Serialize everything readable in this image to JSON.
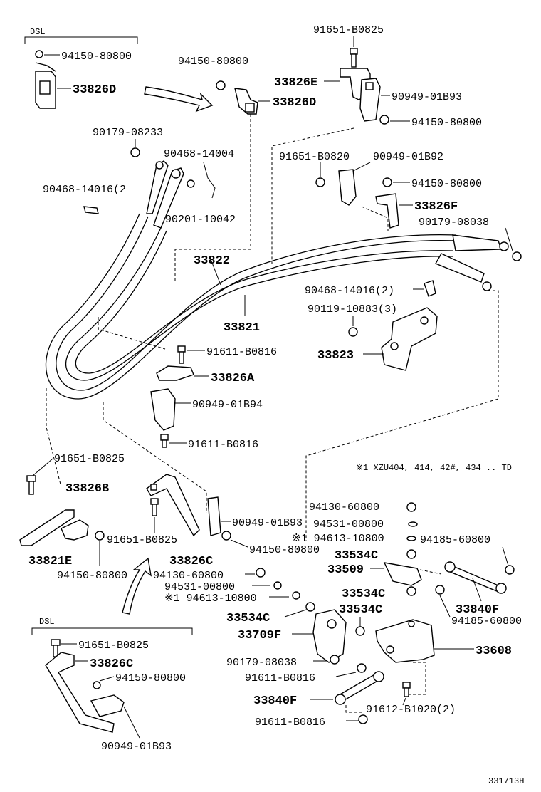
{
  "labels": {
    "dsl_top": "DSL",
    "dsl_bottom": "DSL",
    "p_94150_80800_a": "94150-80800",
    "p_33826D_a": "33826D",
    "p_94150_80800_b": "94150-80800",
    "p_33826D_b": "33826D",
    "p_91651_B0825_a": "91651-B0825",
    "p_33826E": "33826E",
    "p_90949_01B93_a": "90949-01B93",
    "p_94150_80800_c": "94150-80800",
    "p_90179_08233": "90179-08233",
    "p_90468_14004": "90468-14004",
    "p_90468_14016_2a": "90468-14016(2",
    "p_90201_10042": "90201-10042",
    "p_91651_B0820": "91651-B0820",
    "p_90949_01B92": "90949-01B92",
    "p_94150_80800_d": "94150-80800",
    "p_33826F": "33826F",
    "p_90179_08038_a": "90179-08038",
    "p_33822": "33822",
    "p_33821": "33821",
    "p_90468_14016_2b": "90468-14016(2)",
    "p_90119_10883_3": "90119-10883(3)",
    "p_33823": "33823",
    "p_91611_B0816_a": "91611-B0816",
    "p_33826A": "33826A",
    "p_90949_01B94": "90949-01B94",
    "p_91611_B0816_b": "91611-B0816",
    "note": "※1 XZU404, 414, 42#, 434 .. TD",
    "p_91651_B0825_b": "91651-B0825",
    "p_33826B": "33826B",
    "p_33821E": "33821E",
    "p_94150_80800_e": "94150-80800",
    "p_91651_B0825_c": "91651-B0825",
    "p_33826C_a": "33826C",
    "p_90949_01B93_b": "90949-01B93",
    "p_94150_80800_f": "94150-80800",
    "p_94130_60800_a": "94130-60800",
    "p_94531_00800_a": "94531-00800",
    "p_94613_10800_a": "※1 94613-10800",
    "p_94185_60800_a": "94185-60800",
    "p_33534C_a": "33534C",
    "p_33509": "33509",
    "p_33534C_b": "33534C",
    "p_33534C_c": "33534C",
    "p_94130_60800_b": "94130-60800",
    "p_94531_00800_b": "94531-00800",
    "p_94613_10800_b": "※1 94613-10800",
    "p_33534C_d": "33534C",
    "p_33840F_a": "33840F",
    "p_94185_60800_b": "94185-60800",
    "p_33709F": "33709F",
    "p_33608": "33608",
    "p_90179_08038_b": "90179-08038",
    "p_91611_B0816_c": "91611-B0816",
    "p_33840F_b": "33840F",
    "p_91612_B1020_2": "91612-B1020(2)",
    "p_91611_B0816_d": "91611-B0816",
    "p_91651_B0825_d": "91651-B0825",
    "p_33826C_b": "33826C",
    "p_94150_80800_g": "94150-80800",
    "p_90949_01B93_c": "90949-01B93",
    "diagram_id": "331713H"
  }
}
